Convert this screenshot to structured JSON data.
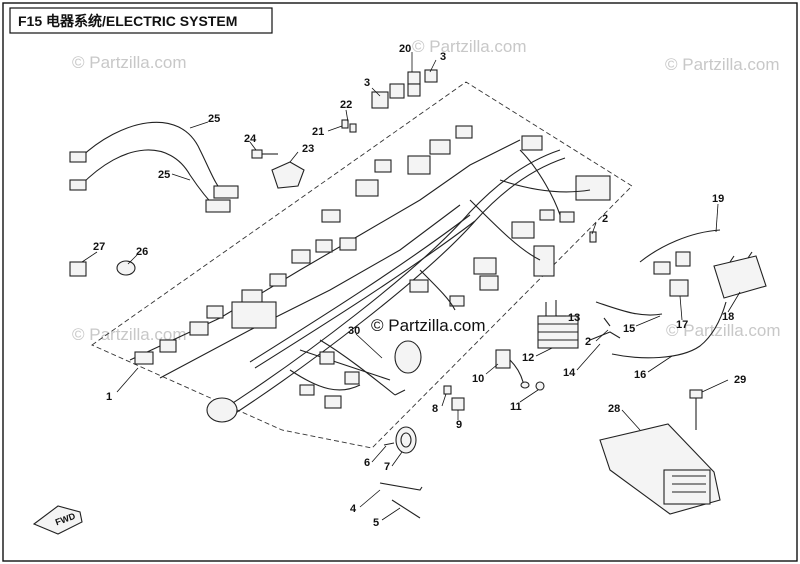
{
  "title": "F15 电器系统/ELECTRIC SYSTEM",
  "watermark": "© Partzilla.com",
  "fwd_label": "FWD",
  "callouts": {
    "c1": "1",
    "c2a": "2",
    "c2b": "2",
    "c3a": "3",
    "c3b": "3",
    "c4": "4",
    "c5": "5",
    "c6": "6",
    "c7": "7",
    "c8": "8",
    "c9": "9",
    "c10": "10",
    "c11": "11",
    "c12": "12",
    "c13": "13",
    "c14": "14",
    "c15": "15",
    "c16": "16",
    "c17": "17",
    "c18": "18",
    "c19": "19",
    "c20": "20",
    "c21": "21",
    "c22": "22",
    "c23": "23",
    "c24": "24",
    "c25a": "25",
    "c25b": "25",
    "c26": "26",
    "c27": "27",
    "c28": "28",
    "c29": "29",
    "c30": "30"
  }
}
